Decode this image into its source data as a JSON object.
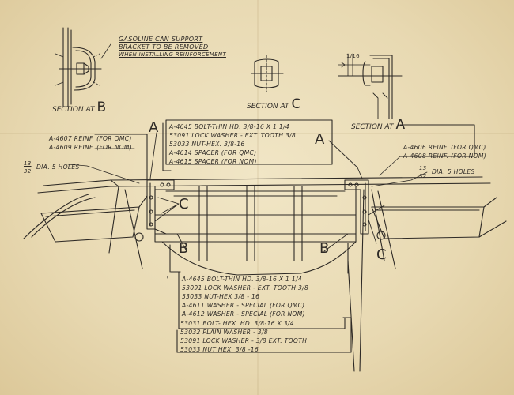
{
  "gasoline_note": [
    "GASOLINE CAN SUPPORT",
    "BRACKET TO BE REMOVED",
    "WHEN INSTALLING REINFORCEMENT"
  ],
  "sections": {
    "b": {
      "text": "SECTION AT",
      "letter": "B"
    },
    "c": {
      "text": "SECTION AT",
      "letter": "C"
    },
    "a": {
      "text": "SECTION AT",
      "letter": "A"
    }
  },
  "dimension_mark": "1/16",
  "callouts": {
    "a_left": "A",
    "a_right": "A",
    "c_left": "C",
    "c_right": "C",
    "b_left": "B",
    "b_right": "B"
  },
  "top_parts": [
    "A-4645 BOLT-THIN HD. 3/8-16 X 1 1/4",
    "53091 LOCK WASHER - EXT. TOOTH 3/8",
    "53033 NUT-HEX. 3/8-16",
    "A-4614 SPACER (FOR QMC)",
    "A-4615 SPACER (FOR NOM)"
  ],
  "left_reinf": [
    "A-4607 REINF. (FOR QMC)",
    "A-4609 REINF. (FOR NOM)"
  ],
  "right_reinf": [
    "A-4606 REINF. (FOR QMC)",
    "A-4608 REINF. (FOR NOM)"
  ],
  "holes_left": {
    "fraction_top": "13",
    "fraction_bottom": "32",
    "text": "DIA. 5 HOLES"
  },
  "holes_right": {
    "fraction_top": "13",
    "fraction_bottom": "32",
    "text": "DIA. 5 HOLES"
  },
  "bottom_parts": [
    "A-4645 BOLT-THIN HD. 3/8-16 X 1 1/4",
    "53091 LOCK WASHER - EXT. TOOTH 3/8",
    "53033 NUT-HEX 3/8 - 16",
    "A-4611 WASHER - SPECIAL (FOR QMC)",
    "A-4612 WASHER - SPECIAL (FOR NOM)"
  ],
  "bottom_parts_2": [
    "53031 BOLT- HEX. HD. 3/8-16 X 3/4",
    "53032 PLAIN WASHER - 3/8",
    "53091 LOCK WASHER - 3/8 EXT. TOOTH",
    "53033 NUT HEX. 3/8 -16"
  ]
}
